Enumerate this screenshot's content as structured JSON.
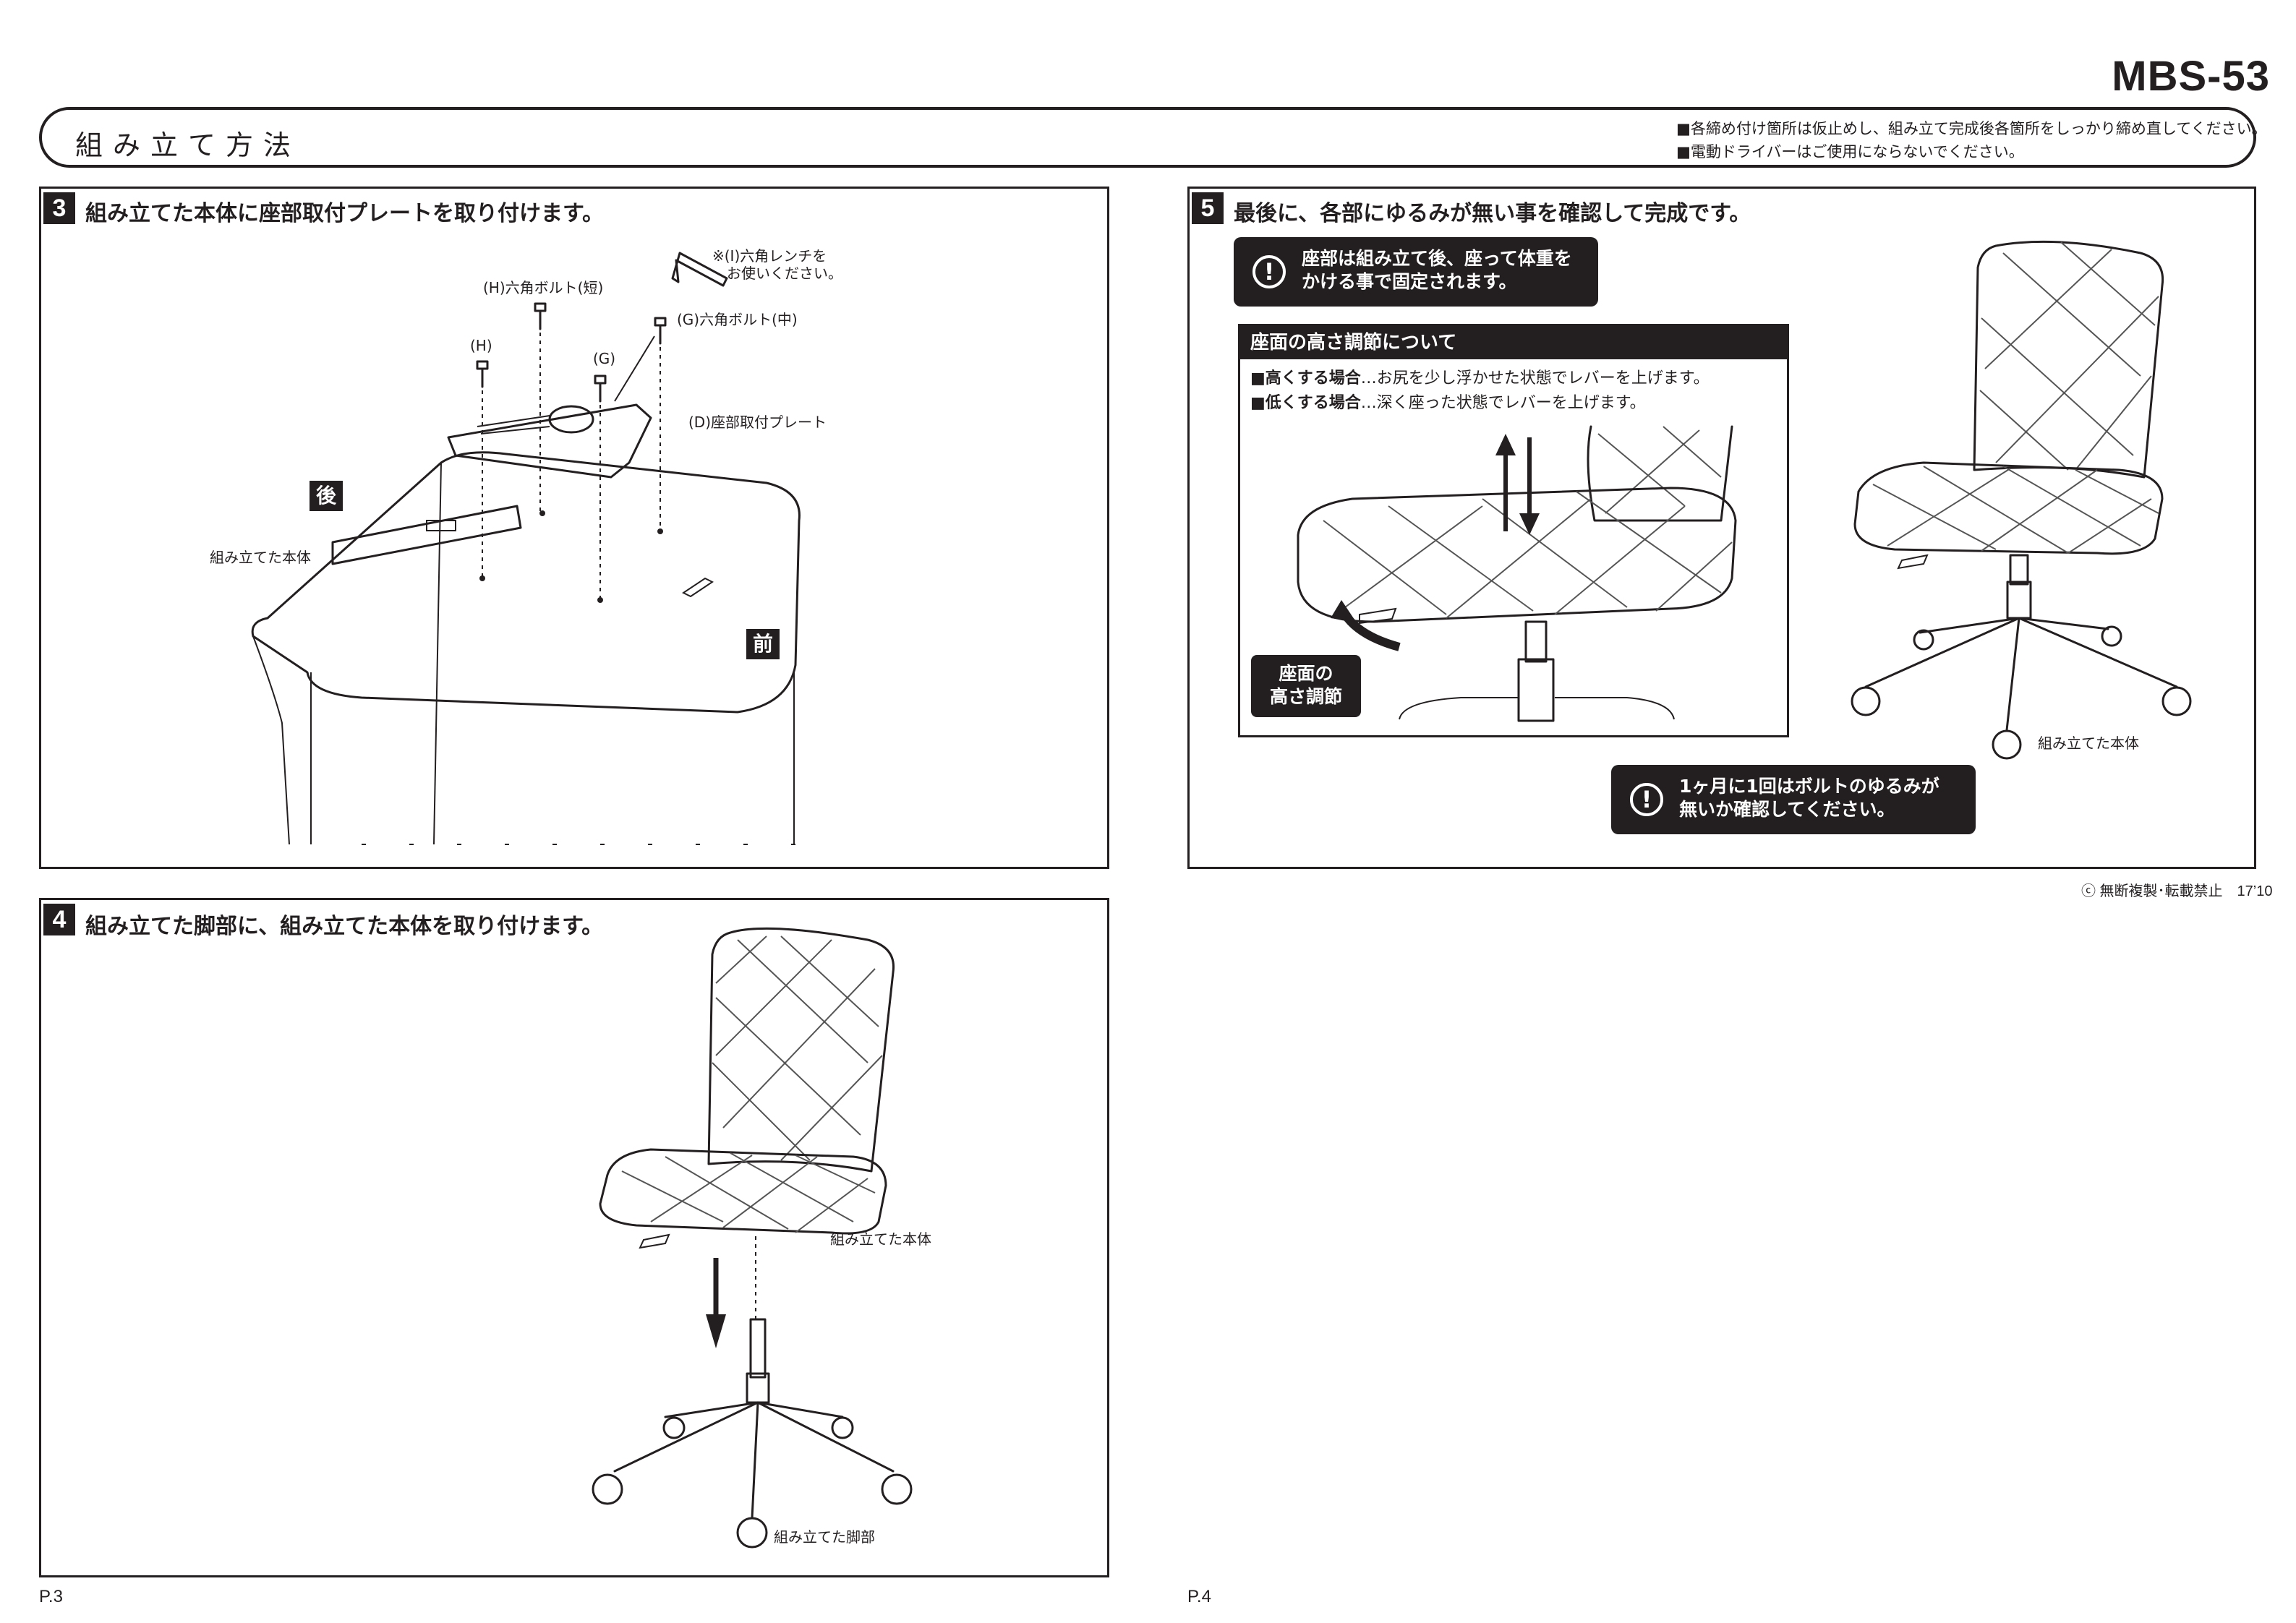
{
  "model": "MBS-53",
  "header": {
    "title": "組み立て方法",
    "notes": [
      "■各締め付け箇所は仮止めし、組み立て完成後各箇所をしっかり締め直してください。",
      "■電動ドライバーはご使用にならないでください。"
    ]
  },
  "step3": {
    "number": "3",
    "title": "組み立てた本体に座部取付プレートを取り付けます。",
    "labels": {
      "wrench_note_1": "※(I)六角レンチを",
      "wrench_note_2": "お使いください。",
      "bolt_h_short": "(H)六角ボルト(短)",
      "bolt_g_mid": "(G)六角ボルト(中)",
      "h": "(H)",
      "g": "(G)",
      "plate": "(D)座部取付プレート",
      "body": "組み立てた本体",
      "back": "後",
      "front": "前"
    }
  },
  "step4": {
    "number": "4",
    "title": "組み立てた脚部に、組み立てた本体を取り付けます。",
    "labels": {
      "body": "組み立てた本体",
      "legs": "組み立てた脚部"
    }
  },
  "step5": {
    "number": "5",
    "title": "最後に、各部にゆるみが無い事を確認して完成です。",
    "callout_top": [
      "座部は組み立て後、座って体重を",
      "かける事で固定されます。"
    ],
    "height_box": {
      "heading": "座面の高さ調節について",
      "raise_label": "■高くする場合",
      "raise_text": "…お尻を少し浮かせた状態でレバーを上げます。",
      "lower_label": "■低くする場合",
      "lower_text": "…深く座った状態でレバーを上げます。",
      "adjust_tag": [
        "座面の",
        "高さ調節"
      ]
    },
    "chair_label": "組み立てた本体",
    "callout_bottom": [
      "1ヶ月に1回はボルトのゆるみが",
      "無いか確認してください。"
    ],
    "warn_icon": "!"
  },
  "footer": {
    "copyright": "ⓒ 無断複製･転載禁止　17’10",
    "page_left": "P.3",
    "page_right": "P.4"
  }
}
